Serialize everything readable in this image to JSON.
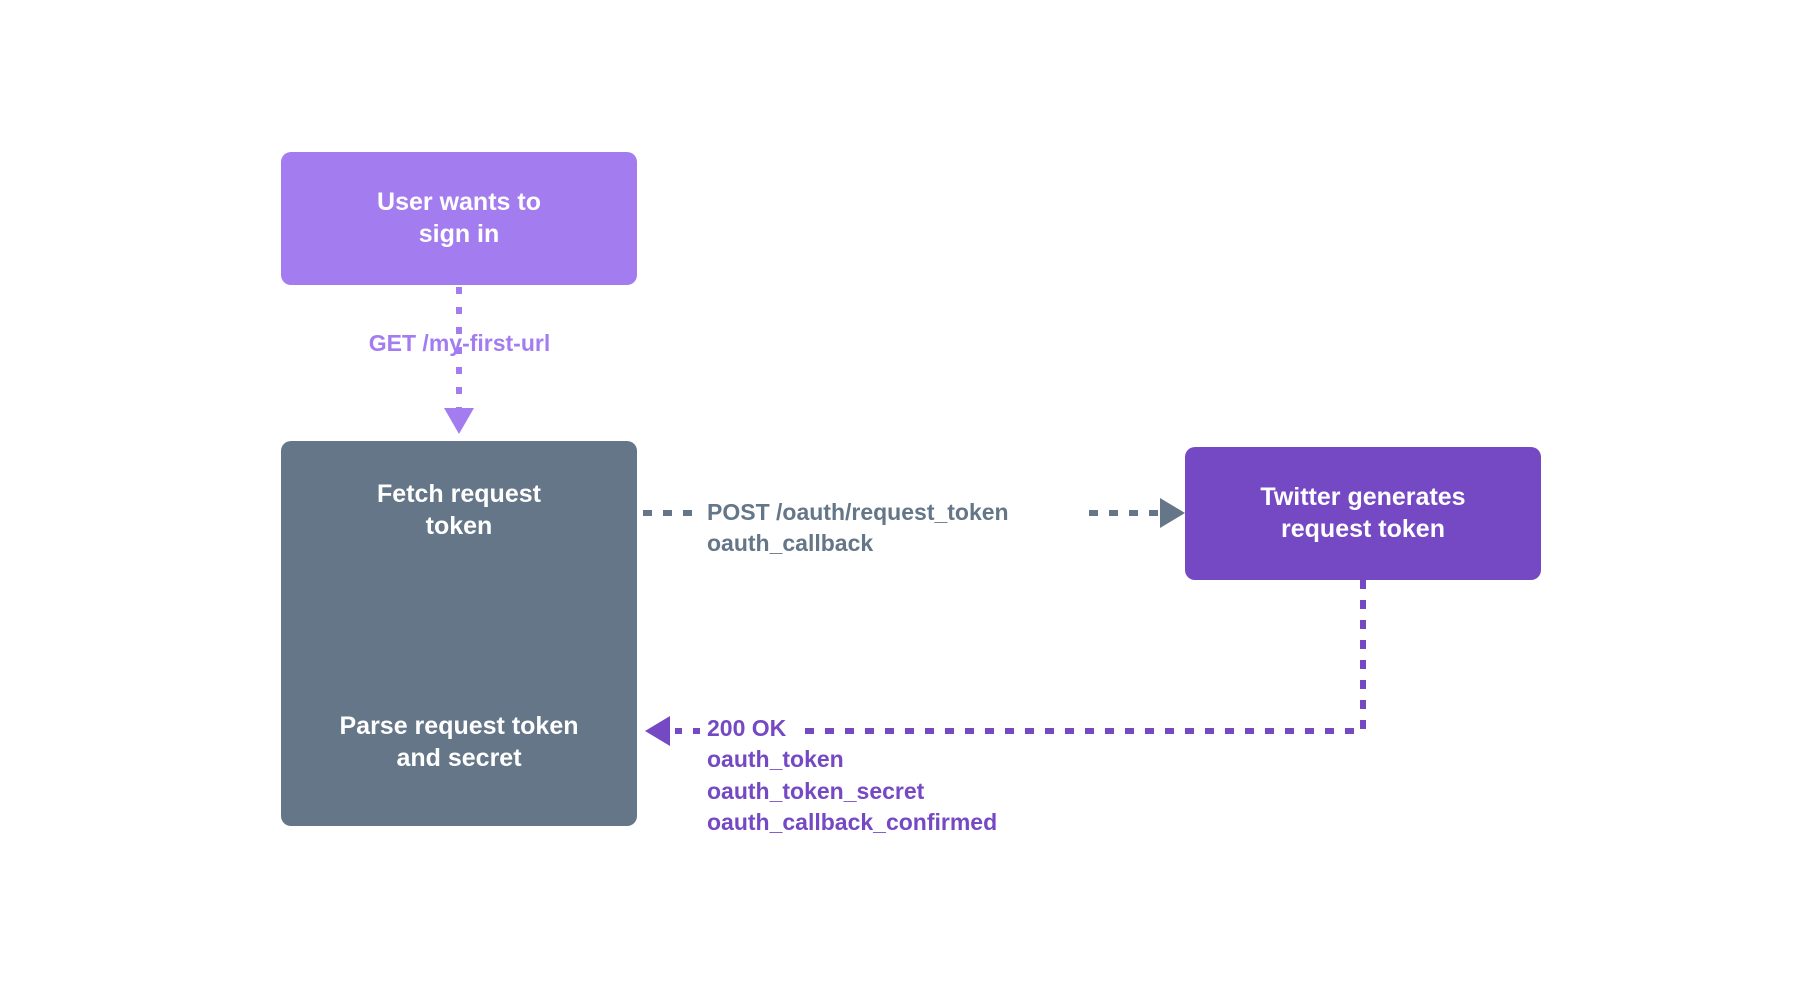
{
  "diagram": {
    "title": "OAuth request token flow",
    "background": "#ffffff",
    "colors": {
      "light_purple": "#a37df0",
      "dark_purple": "#7549c4",
      "slate_gray": "#647687",
      "node_text": "#ffffff"
    }
  },
  "nodes": {
    "user": {
      "label": "User wants to\nsign in",
      "fill": "#a37df0"
    },
    "app": {
      "fill": "#647687",
      "top_label": "Fetch request\ntoken",
      "bottom_label": "Parse request token\nand secret"
    },
    "twitter": {
      "label": "Twitter generates\nrequest token",
      "fill": "#7549c4"
    }
  },
  "edges": [
    {
      "id": "user-to-app",
      "from": "user",
      "to": "app",
      "label": "GET /my-first-url",
      "color": "#a37df0",
      "style": "dashed",
      "direction": "down"
    },
    {
      "id": "app-to-twitter",
      "from": "app",
      "to": "twitter",
      "label": "POST /oauth/request_token\noauth_callback",
      "color": "#647687",
      "style": "dashed",
      "direction": "right"
    },
    {
      "id": "twitter-to-app",
      "from": "twitter",
      "to": "app",
      "label": "200 OK\noauth_token\noauth_token_secret\noauth_callback_confirmed",
      "color": "#7549c4",
      "style": "dashed",
      "direction": "left"
    }
  ]
}
